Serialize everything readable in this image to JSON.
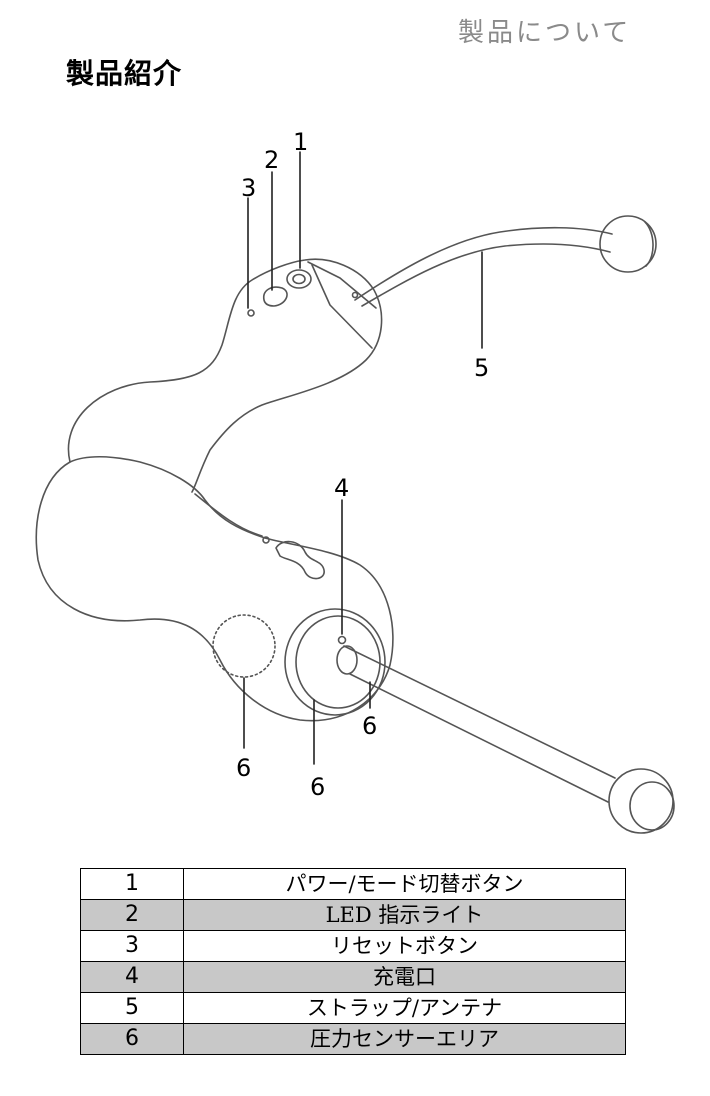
{
  "header": {
    "section": "製品について"
  },
  "page": {
    "title": "製品紹介"
  },
  "callouts": {
    "c1": "1",
    "c2": "2",
    "c3": "3",
    "c4": "4",
    "c5": "5",
    "c6a": "6",
    "c6b": "6",
    "c6c": "6"
  },
  "parts": [
    {
      "num": "1",
      "desc": "パワー/モード切替ボタン"
    },
    {
      "num": "2",
      "desc": "LED 指示ライト"
    },
    {
      "num": "3",
      "desc": "リセットボタン"
    },
    {
      "num": "4",
      "desc": "充電口"
    },
    {
      "num": "5",
      "desc": "ストラップ/アンテナ"
    },
    {
      "num": "6",
      "desc": "圧力センサーエリア"
    }
  ]
}
